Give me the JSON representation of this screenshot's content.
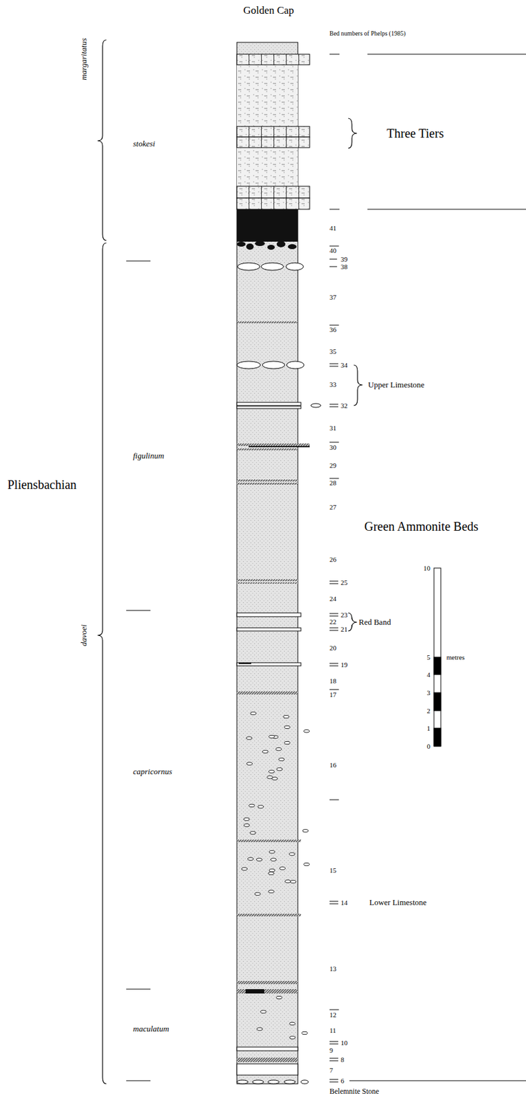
{
  "diagram": {
    "title": "Golden Cap",
    "labels": [
      "Bed numbers of Phelps (1985)",
      "margaritatus",
      "stokesi",
      "Three Tiers",
      "41",
      "40",
      "39",
      "38",
      "37",
      "36",
      "35",
      "34",
      "Upper Limestone",
      "33",
      "32",
      "31",
      "Pliensbachian",
      "figulinum",
      "30",
      "29",
      "28",
      "27",
      "Green Ammonite Beds",
      "26",
      "25",
      "10",
      "24",
      "23",
      "Red Band",
      "22",
      "21",
      "davoei",
      "20",
      "19",
      "18",
      "17",
      "5",
      "metres",
      "4",
      "16",
      "3",
      "2",
      "capricornus",
      "1",
      "0",
      "15",
      "14",
      "Lower Limestone",
      "13",
      "12",
      "11",
      "maculatum",
      "10",
      "9",
      "8",
      "7",
      "6",
      "Belemnite Stone"
    ]
  }
}
